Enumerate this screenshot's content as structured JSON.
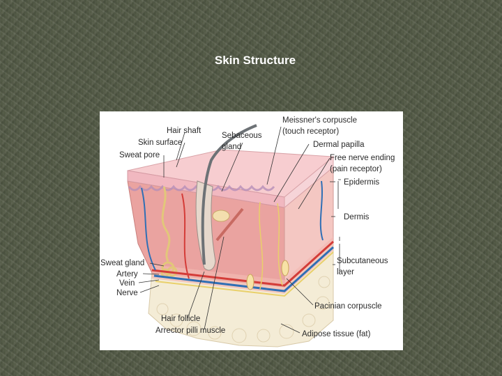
{
  "slide": {
    "title": "Skin Structure"
  },
  "diagram": {
    "labels": {
      "hair_shaft": "Hair shaft",
      "skin_surface": "Skin surface",
      "sweat_pore": "Sweat pore",
      "sebaceous_gland_1": "Sebaceous",
      "sebaceous_gland_2": "gland",
      "meissners_corpuscle_1": "Meissner's corpuscle",
      "meissners_corpuscle_2": "(touch receptor)",
      "dermal_papilla": "Dermal papilla",
      "free_nerve_ending_1": "Free nerve ending",
      "free_nerve_ending_2": "(pain receptor)",
      "epidermis": "Epidermis",
      "dermis": "Dermis",
      "subcutaneous_layer_1": "Subcutaneous",
      "subcutaneous_layer_2": "layer",
      "sweat_gland": "Sweat gland",
      "artery": "Artery",
      "vein": "Vein",
      "nerve": "Nerve",
      "pacinian_corpuscle": "Pacinian corpuscle",
      "hair_follicle": "Hair follicle",
      "arrector_pili_muscle": "Arrector pilli muscle",
      "adipose_tissue": "Adipose tissue (fat)"
    }
  }
}
